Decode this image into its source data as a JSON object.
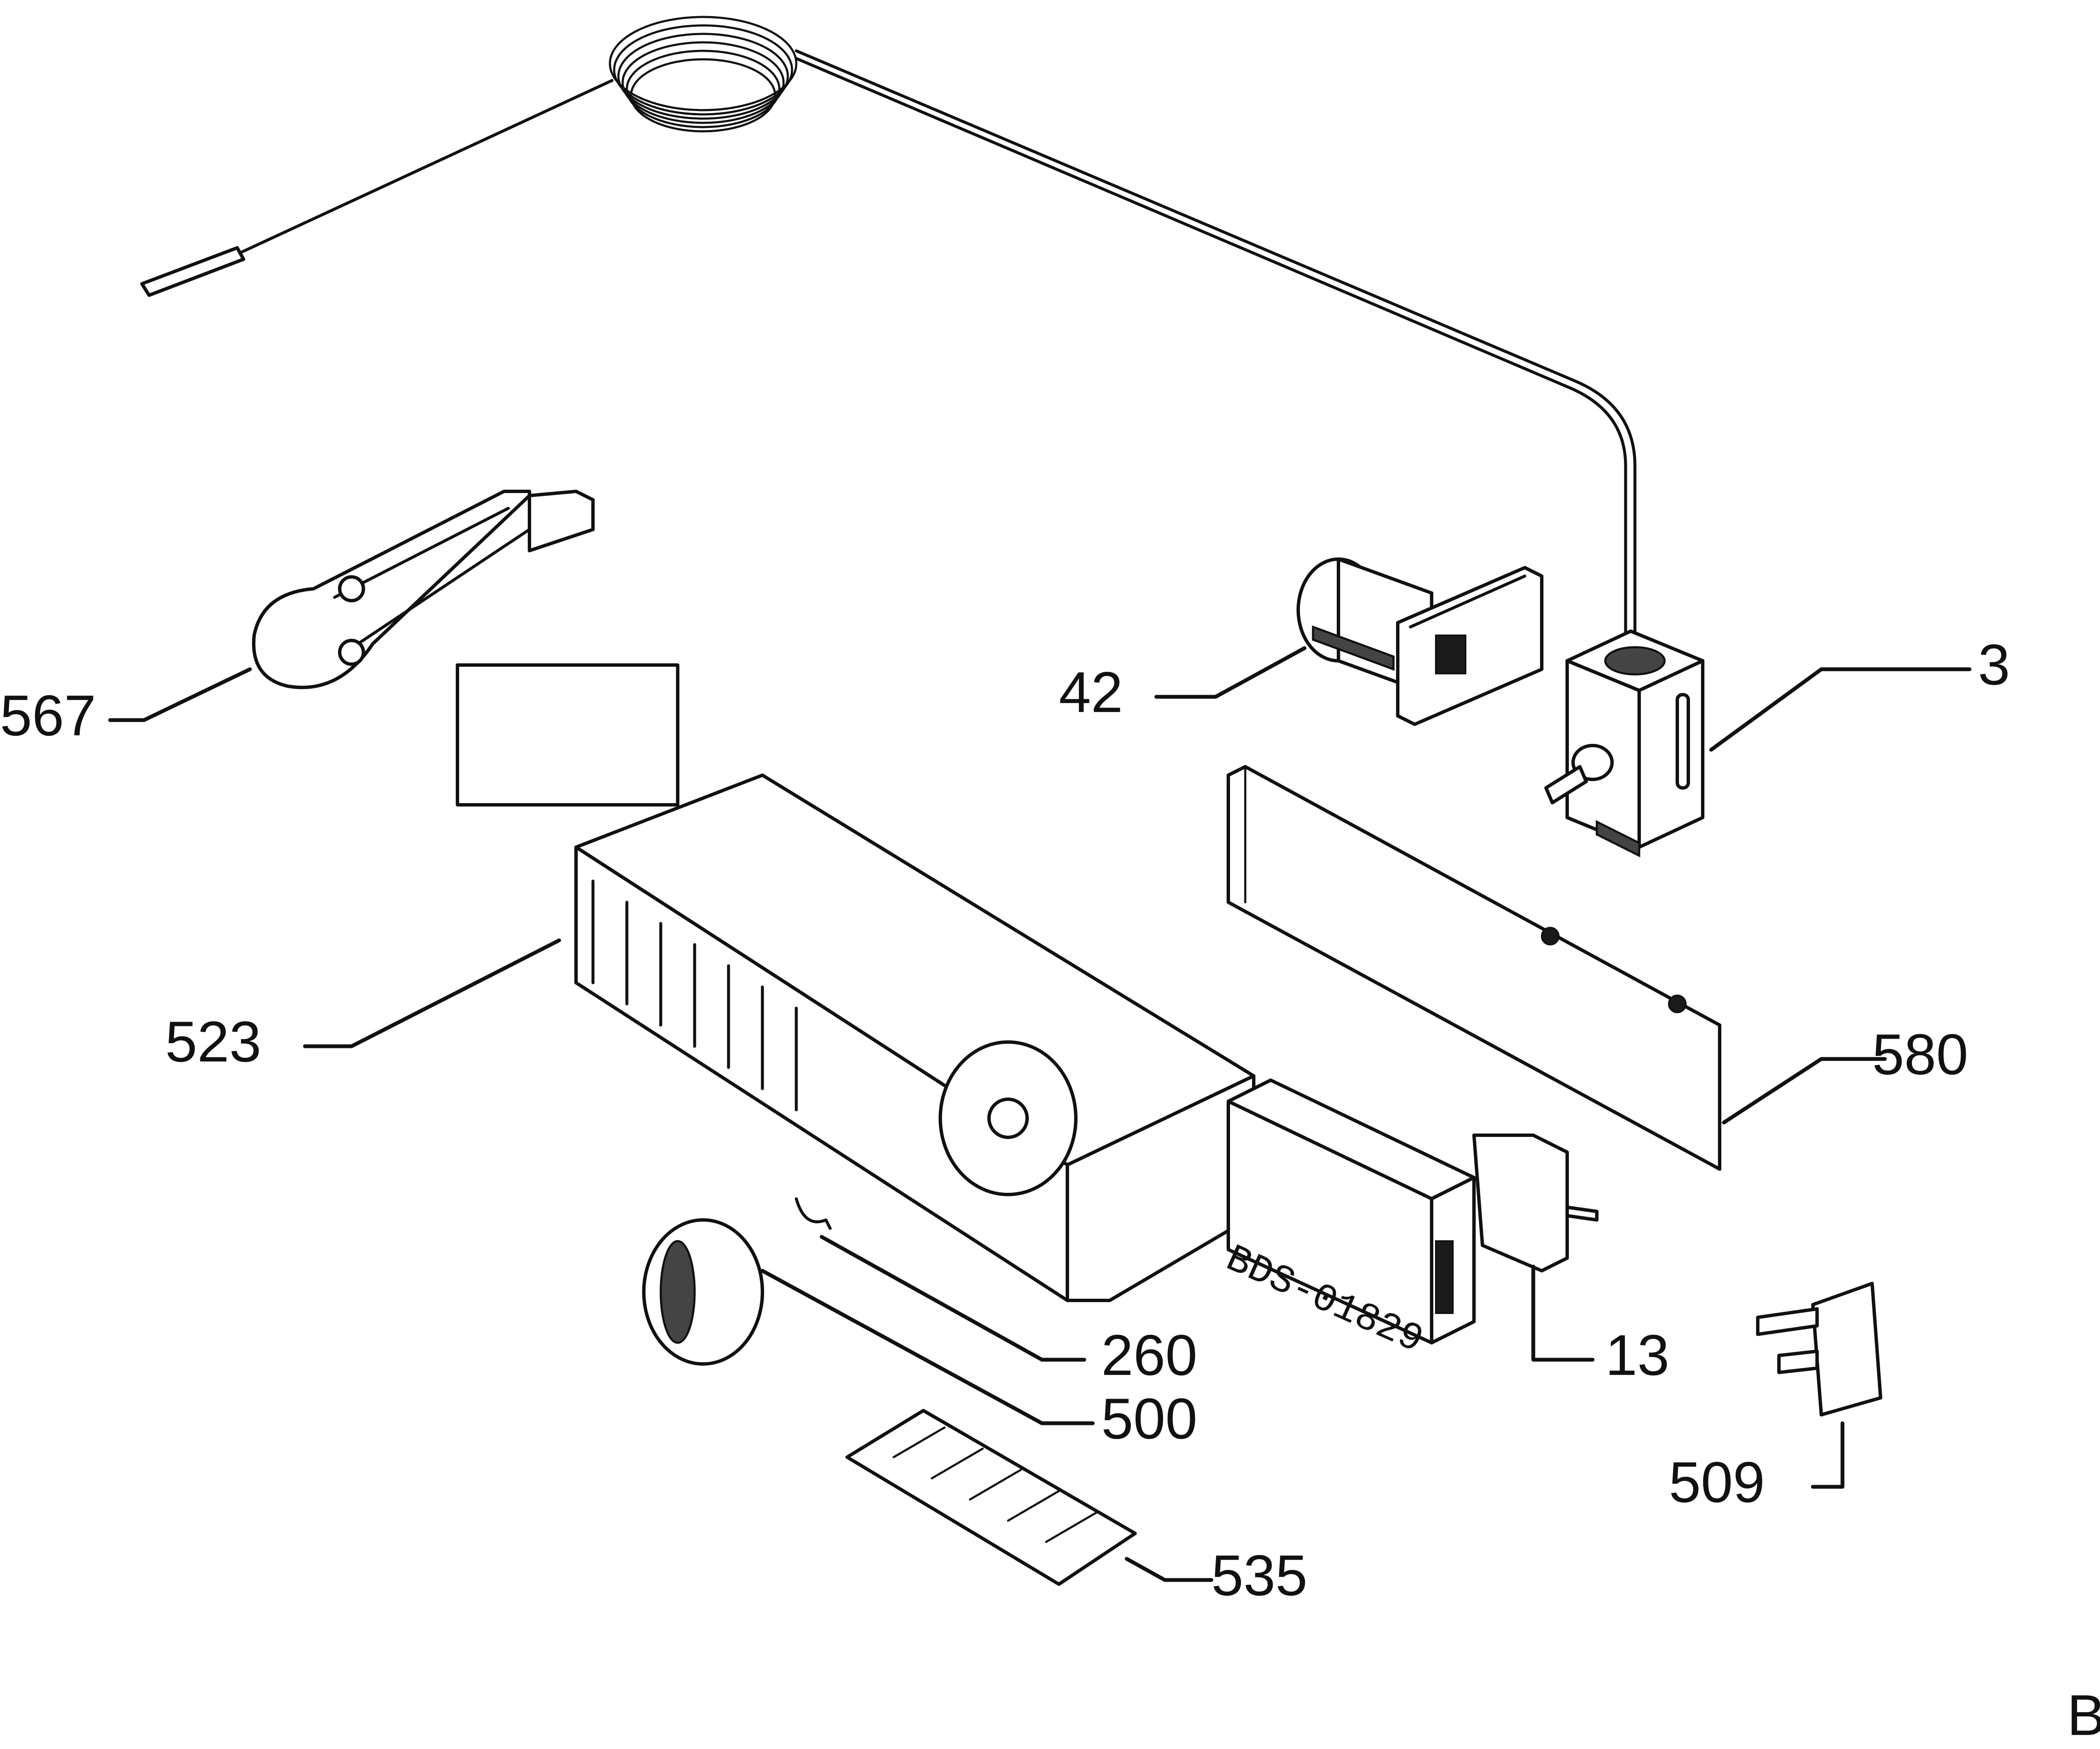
{
  "diagram": {
    "callouts": [
      {
        "id": "567",
        "text": "567"
      },
      {
        "id": "42",
        "text": "42"
      },
      {
        "id": "3",
        "text": "3"
      },
      {
        "id": "523",
        "text": "523"
      },
      {
        "id": "580",
        "text": "580"
      },
      {
        "id": "260",
        "text": "260"
      },
      {
        "id": "500",
        "text": "500"
      },
      {
        "id": "13",
        "text": "13"
      },
      {
        "id": "509",
        "text": "509"
      },
      {
        "id": "535",
        "text": "535"
      }
    ],
    "drawing_code": "BDS-01829",
    "corner_mark": "B"
  }
}
